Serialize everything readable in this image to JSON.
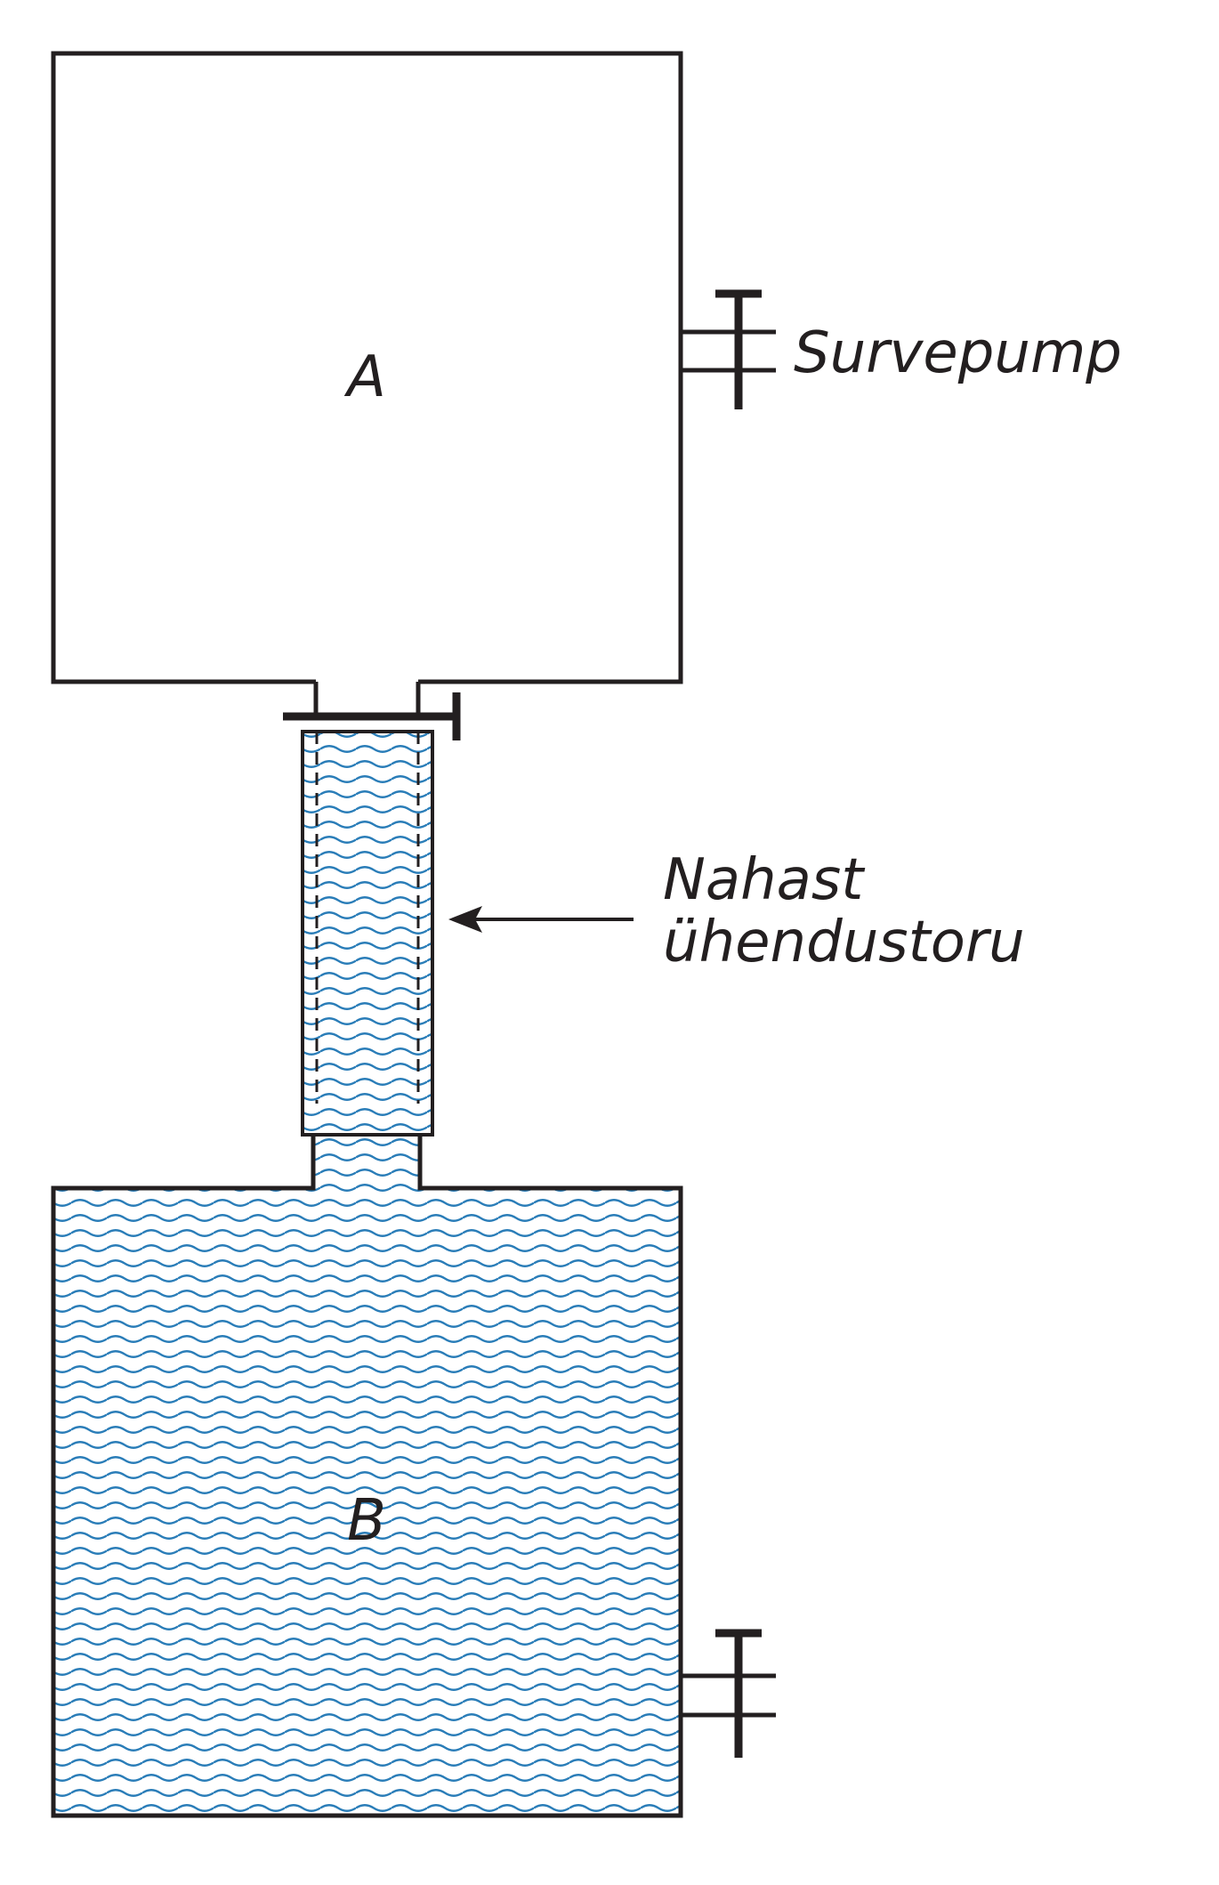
{
  "labels": {
    "vessel_a": "A",
    "vessel_b": "B",
    "pump": "Survepump",
    "tube_line1": "Nahast",
    "tube_line2": "ühendustoru"
  },
  "colors": {
    "ink": "#231f20",
    "water_fill": "#cfe6f3",
    "water_wave": "#2a7db8"
  },
  "icons": {
    "pump_valve": "valve-t-icon",
    "bottom_valve": "valve-t-icon",
    "tube_valve": "valve-t-icon",
    "arrow": "arrow-left-icon"
  }
}
